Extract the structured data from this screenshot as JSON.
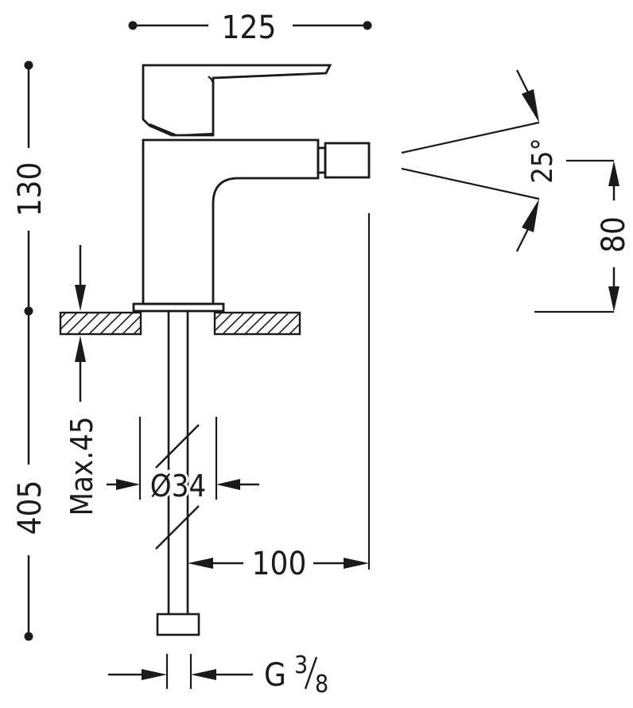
{
  "dimensions": {
    "top_width": "125",
    "overall_height": "130",
    "pipe_length": "405",
    "max_thickness": "Max.45",
    "hole_diameter": "Ø34",
    "reach": "100",
    "spray_angle": "25°",
    "outlet_height": "80",
    "thread": "G",
    "thread_num": "3",
    "thread_den": "8"
  },
  "colors": {
    "line": "#1a1a1a",
    "background": "#ffffff"
  }
}
